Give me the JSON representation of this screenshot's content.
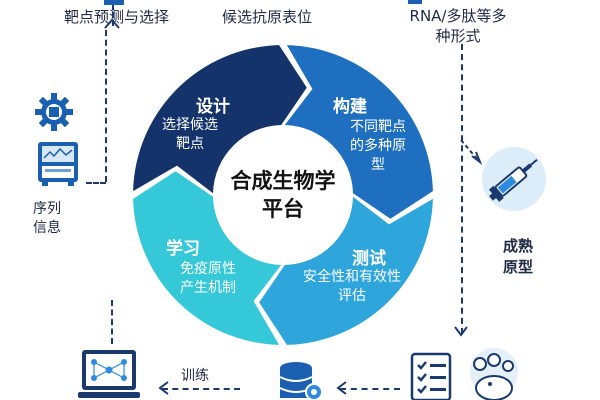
{
  "top": {
    "left_label": "靶点预测与选择",
    "center_label": "候选抗原表位",
    "right_label": "RNA/多肽等多种形式"
  },
  "center_label": "合成生物学平台",
  "segments": [
    {
      "key": "design",
      "title": "设计",
      "desc": "选择候选靶点",
      "color": "#14336b"
    },
    {
      "key": "build",
      "title": "构建",
      "desc": "不同靶点的多种原型",
      "color": "#1f6fc0"
    },
    {
      "key": "test",
      "title": "测试",
      "desc": "安全性和有效性评估",
      "color": "#2ea6dc"
    },
    {
      "key": "learn",
      "title": "学习",
      "desc": "免疫原性产生机制",
      "color": "#35c8d8"
    }
  ],
  "side": {
    "sequence_info": "序列信息",
    "mature_prototype": "成熟原型",
    "training": "训练"
  },
  "icons": [
    "gear-chip-icon",
    "sequencer-icon",
    "syringe-icon",
    "laptop-network-icon",
    "database-gear-icon",
    "checklist-icon",
    "mouse-icon"
  ]
}
